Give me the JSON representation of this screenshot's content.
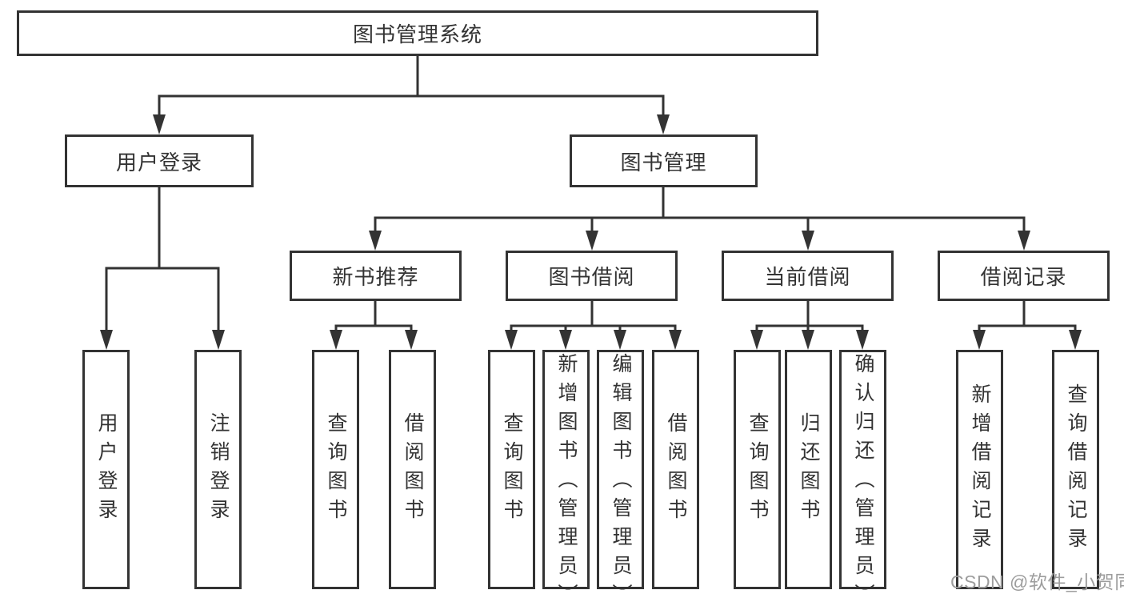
{
  "diagram": {
    "type": "hierarchy-tree",
    "colors": {
      "line": "#333333",
      "box_border": "#333333",
      "box_fill": "#ffffff",
      "text": "#333333",
      "watermark": "#9d9d9d",
      "background": "#ffffff"
    },
    "tree": {
      "label": "图书管理系统",
      "children": [
        {
          "label": "用户登录",
          "children": [
            {
              "label": "用户登录"
            },
            {
              "label": "注销登录"
            }
          ]
        },
        {
          "label": "图书管理",
          "children": [
            {
              "label": "新书推荐",
              "children": [
                {
                  "label": "查询图书"
                },
                {
                  "label": "借阅图书"
                }
              ]
            },
            {
              "label": "图书借阅",
              "children": [
                {
                  "label": "查询图书"
                },
                {
                  "label": "新增图书（管理员）"
                },
                {
                  "label": "编辑图书（管理员）"
                },
                {
                  "label": "借阅图书"
                }
              ]
            },
            {
              "label": "当前借阅",
              "children": [
                {
                  "label": "查询图书"
                },
                {
                  "label": "归还图书"
                },
                {
                  "label": "确认归还（管理员）"
                }
              ]
            },
            {
              "label": "借阅记录",
              "children": [
                {
                  "label": "新增借阅记录"
                },
                {
                  "label": "查询借阅记录"
                }
              ]
            }
          ]
        }
      ]
    },
    "watermark": {
      "text": "CSDN @软件_小贺同学"
    }
  }
}
